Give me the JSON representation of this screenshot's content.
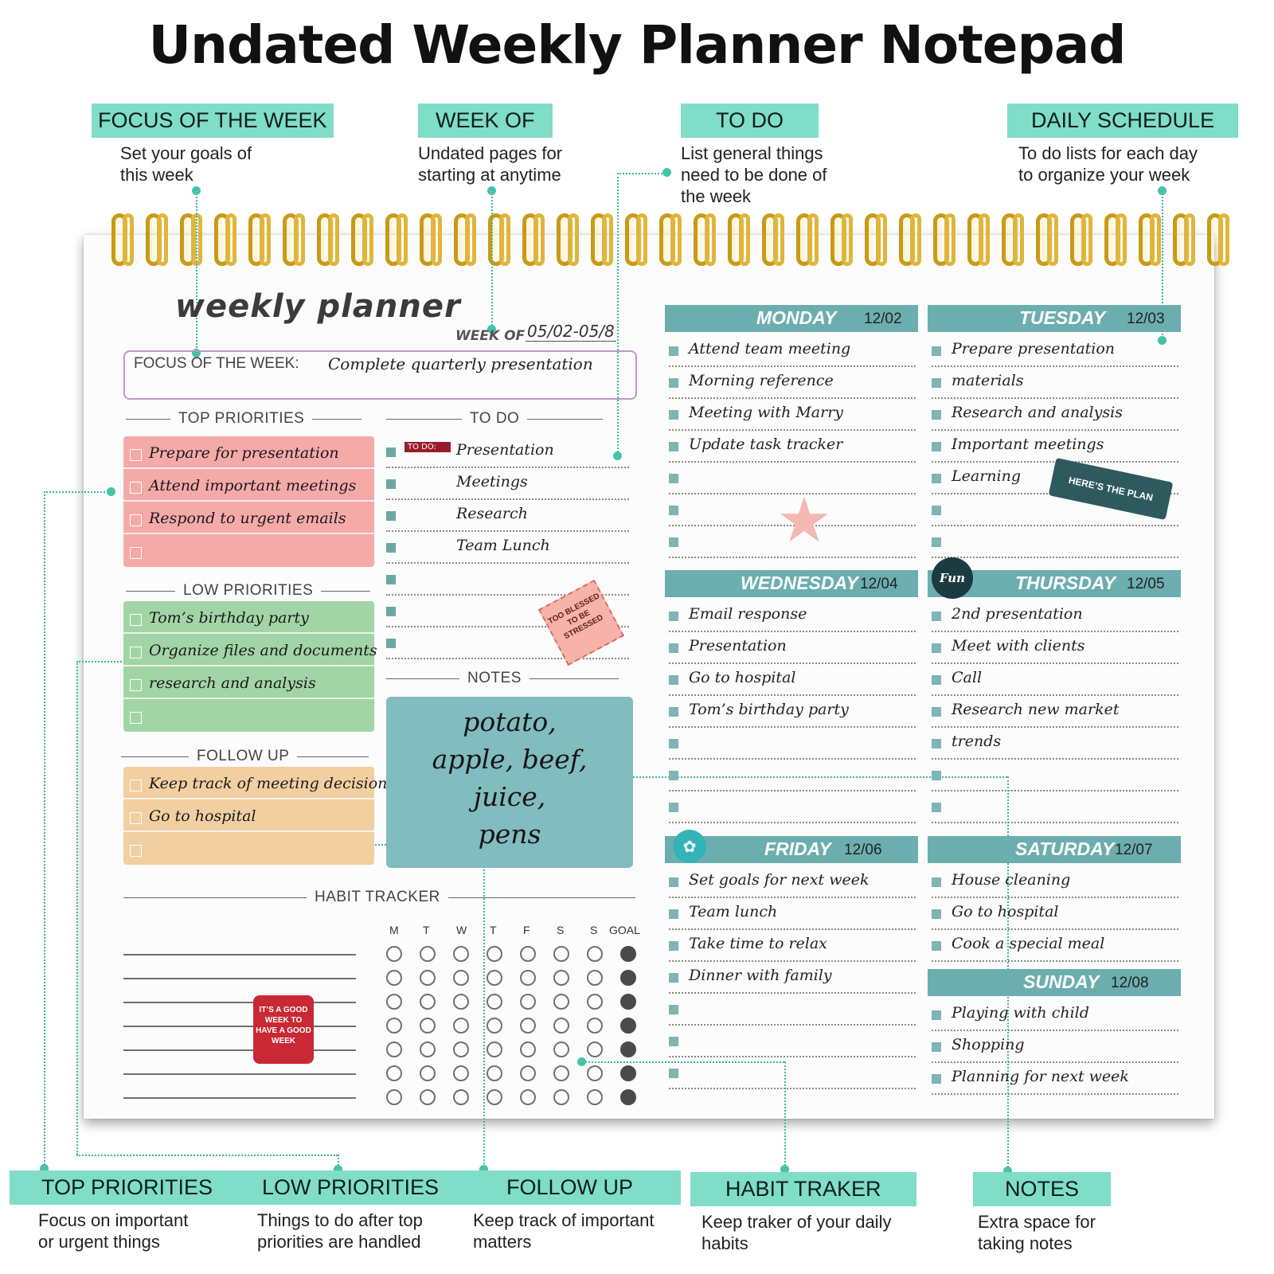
{
  "title": "Undated Weekly Planner Notepad",
  "callouts_top": [
    {
      "tag": "FOCUS OF THE WEEK",
      "desc": "Set your goals of\nthis week"
    },
    {
      "tag": "WEEK OF",
      "desc": "Undated pages for\nstarting at anytime"
    },
    {
      "tag": "TO DO",
      "desc": "List general things\nneed to be done of\nthe week"
    },
    {
      "tag": "DAILY SCHEDULE",
      "desc": "To do lists for each day\nto organize your week"
    }
  ],
  "callouts_bottom": [
    {
      "tag": "TOP PRIORITIES",
      "desc": "Focus on important\nor urgent things"
    },
    {
      "tag": "LOW PRIORITIES",
      "desc": "Things to do after top\npriorities are handled"
    },
    {
      "tag": "FOLLOW UP",
      "desc": "Keep track of important\nmatters"
    },
    {
      "tag": "HABIT TRAKER",
      "desc": "Keep traker of your daily\nhabits"
    },
    {
      "tag": "NOTES",
      "desc": "Extra space for\ntaking notes"
    }
  ],
  "planner": {
    "heading": "weekly planner",
    "week_of_label": "WEEK OF",
    "week_of_value": "05/02-05/8",
    "focus_label": "FOCUS OF THE WEEK:",
    "focus_value": "Complete quarterly presentation",
    "top_priorities": {
      "label": "TOP PRIORITIES",
      "items": [
        "Prepare for presentation",
        "Attend important meetings",
        "Respond to urgent emails",
        ""
      ]
    },
    "low_priorities": {
      "label": "LOW PRIORITIES",
      "items": [
        "Tom’s birthday party",
        "Organize files and documents",
        "research and analysis",
        ""
      ]
    },
    "follow_up": {
      "label": "FOLLOW UP",
      "items": [
        "Keep track of meeting decisions",
        "Go to hospital",
        ""
      ]
    },
    "todo": {
      "label": "TO DO",
      "stamp": "TO DO:",
      "items": [
        "Presentation",
        "Meetings",
        "Research",
        "Team Lunch",
        "",
        "",
        ""
      ]
    },
    "notes": {
      "label": "NOTES",
      "lines": [
        "potato,",
        "apple, beef,",
        "juice,",
        "pens"
      ]
    },
    "habit_tracker": {
      "label": "HABIT TRACKER",
      "days": [
        "M",
        "T",
        "W",
        "T",
        "F",
        "S",
        "S"
      ],
      "goal_label": "GOAL",
      "rows": 7
    },
    "days": [
      {
        "name": "MONDAY",
        "date": "12/02",
        "items": [
          "Attend  team meeting",
          "Morning reference",
          "Meeting with Marry",
          "Update task tracker",
          "",
          "",
          ""
        ]
      },
      {
        "name": "TUESDAY",
        "date": "12/03",
        "items": [
          "Prepare presentation",
          "materials",
          "Research and analysis",
          "Important meetings",
          "Learning",
          "",
          ""
        ]
      },
      {
        "name": "WEDNESDAY",
        "date": "12/04",
        "items": [
          "Email response",
          "Presentation",
          "Go to hospital",
          "Tom’s birthday party",
          "",
          "",
          ""
        ]
      },
      {
        "name": "THURSDAY",
        "date": "12/05",
        "items": [
          "2nd presentation",
          "Meet with clients",
          "Call",
          "Research new market",
          "trends",
          "",
          ""
        ]
      },
      {
        "name": "FRIDAY",
        "date": "12/06",
        "items": [
          "Set goals for next week",
          "Team lunch",
          "Take time to relax",
          "Dinner with family",
          "",
          "",
          ""
        ]
      },
      {
        "name": "SATURDAY",
        "date": "12/07",
        "items": [
          "House cleaning",
          "Go to hospital",
          "Cook a special meal"
        ]
      },
      {
        "name": "SUNDAY",
        "date": "12/08",
        "items": [
          "Playing with child",
          "Shopping",
          "Planning for next week"
        ]
      }
    ],
    "stickers": {
      "plan": "HERE’S THE PLAN",
      "fun": "Fun",
      "blessed": "TOO BLESSED TO BE STRESSED",
      "good_week": "IT’S A GOOD WEEK TO HAVE A GOOD WEEK"
    }
  },
  "colors": {
    "accent": "#7fddc8",
    "day_bar": "#6caeb0",
    "top_priority": "#f5aaa8",
    "low_priority": "#a2d5a5",
    "follow_up": "#f1cfa0",
    "notes_box": "#81bcbf",
    "spiral": "#c99a18"
  }
}
